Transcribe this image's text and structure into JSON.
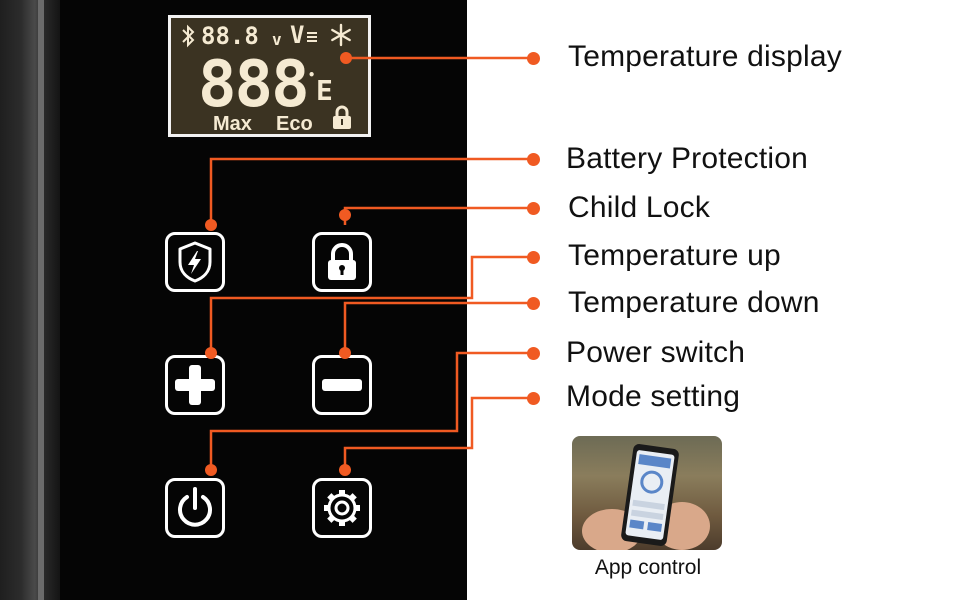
{
  "display": {
    "top_value": "88.8",
    "volt_unit": "v",
    "v_symbol": "V",
    "main_digits": "888",
    "unit_glyph": "E",
    "max_label": "Max",
    "eco_label": "Eco"
  },
  "labels": {
    "temperature_display": "Temperature display",
    "battery_protection": "Battery Protection",
    "child_lock": "Child Lock",
    "temperature_up": "Temperature up",
    "temperature_down": "Temperature down",
    "power_switch": "Power switch",
    "mode_setting": "Mode setting",
    "app_control": "App control"
  },
  "colors": {
    "accent": "#f05a22",
    "panel": "#050505",
    "lcd_background": "#3b3322",
    "lcd_segments": "#f5ead2"
  },
  "icons": [
    "bluetooth-icon",
    "snowflake-icon",
    "lock-icon",
    "shield-lightning-icon",
    "plus-icon",
    "minus-icon",
    "power-icon",
    "gear-icon"
  ]
}
